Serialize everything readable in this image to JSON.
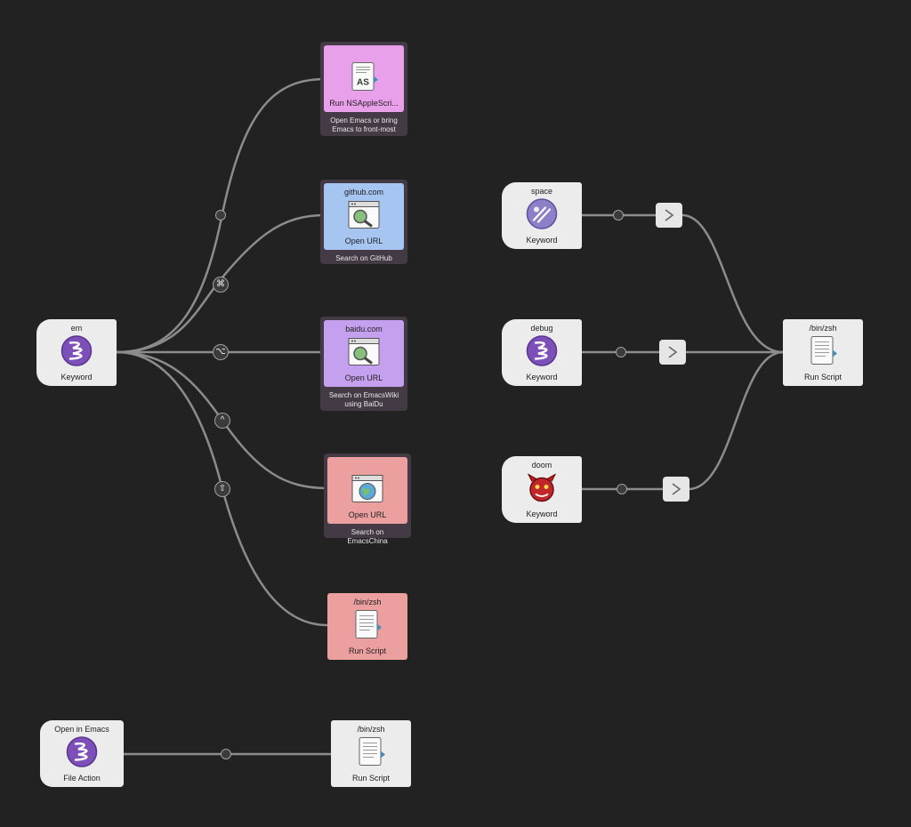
{
  "colors": {
    "canvas": "#222222",
    "wire": "#8c8c8c",
    "trigger": "#ececec",
    "pink": "#e9a0eb",
    "blue": "#a6c5f1",
    "purple": "#c4a0ee",
    "salmon": "#eb9f9f"
  },
  "em": {
    "title": "em",
    "type": "Keyword",
    "icon": "emacs-icon"
  },
  "applescript": {
    "title": "",
    "type": "Run NSAppleScri...",
    "note": "Open Emacs or bring Emacs to front-most",
    "icon": "applescript-icon"
  },
  "github": {
    "title": "github.com",
    "type": "Open URL",
    "note": "Search on GitHub",
    "icon": "web-search-icon"
  },
  "baidu": {
    "title": "baidu.com",
    "type": "Open URL",
    "note": "Search on EmacsWiki using BaiDu",
    "icon": "web-search-icon"
  },
  "emacschina": {
    "title": "",
    "type": "Open URL",
    "note": "Search on EmacsChina",
    "icon": "globe-browser-icon"
  },
  "zsh_left": {
    "title": "/bin/zsh",
    "type": "Run Script",
    "icon": "script-icon"
  },
  "openin": {
    "title": "Open in Emacs",
    "type": "File Action",
    "icon": "emacs-icon"
  },
  "zsh_bottom": {
    "title": "/bin/zsh",
    "type": "Run Script",
    "icon": "script-icon"
  },
  "space": {
    "title": "space",
    "type": "Keyword",
    "icon": "spacemacs-icon"
  },
  "debug": {
    "title": "debug",
    "type": "Keyword",
    "icon": "emacs-icon"
  },
  "doom": {
    "title": "doom",
    "type": "Keyword",
    "icon": "doom-emacs-icon"
  },
  "zsh_right": {
    "title": "/bin/zsh",
    "type": "Run Script",
    "icon": "script-icon"
  },
  "modifiers": {
    "cmd": "⌘",
    "opt": "⌥",
    "ctrl": "^",
    "shift": "⇧"
  }
}
